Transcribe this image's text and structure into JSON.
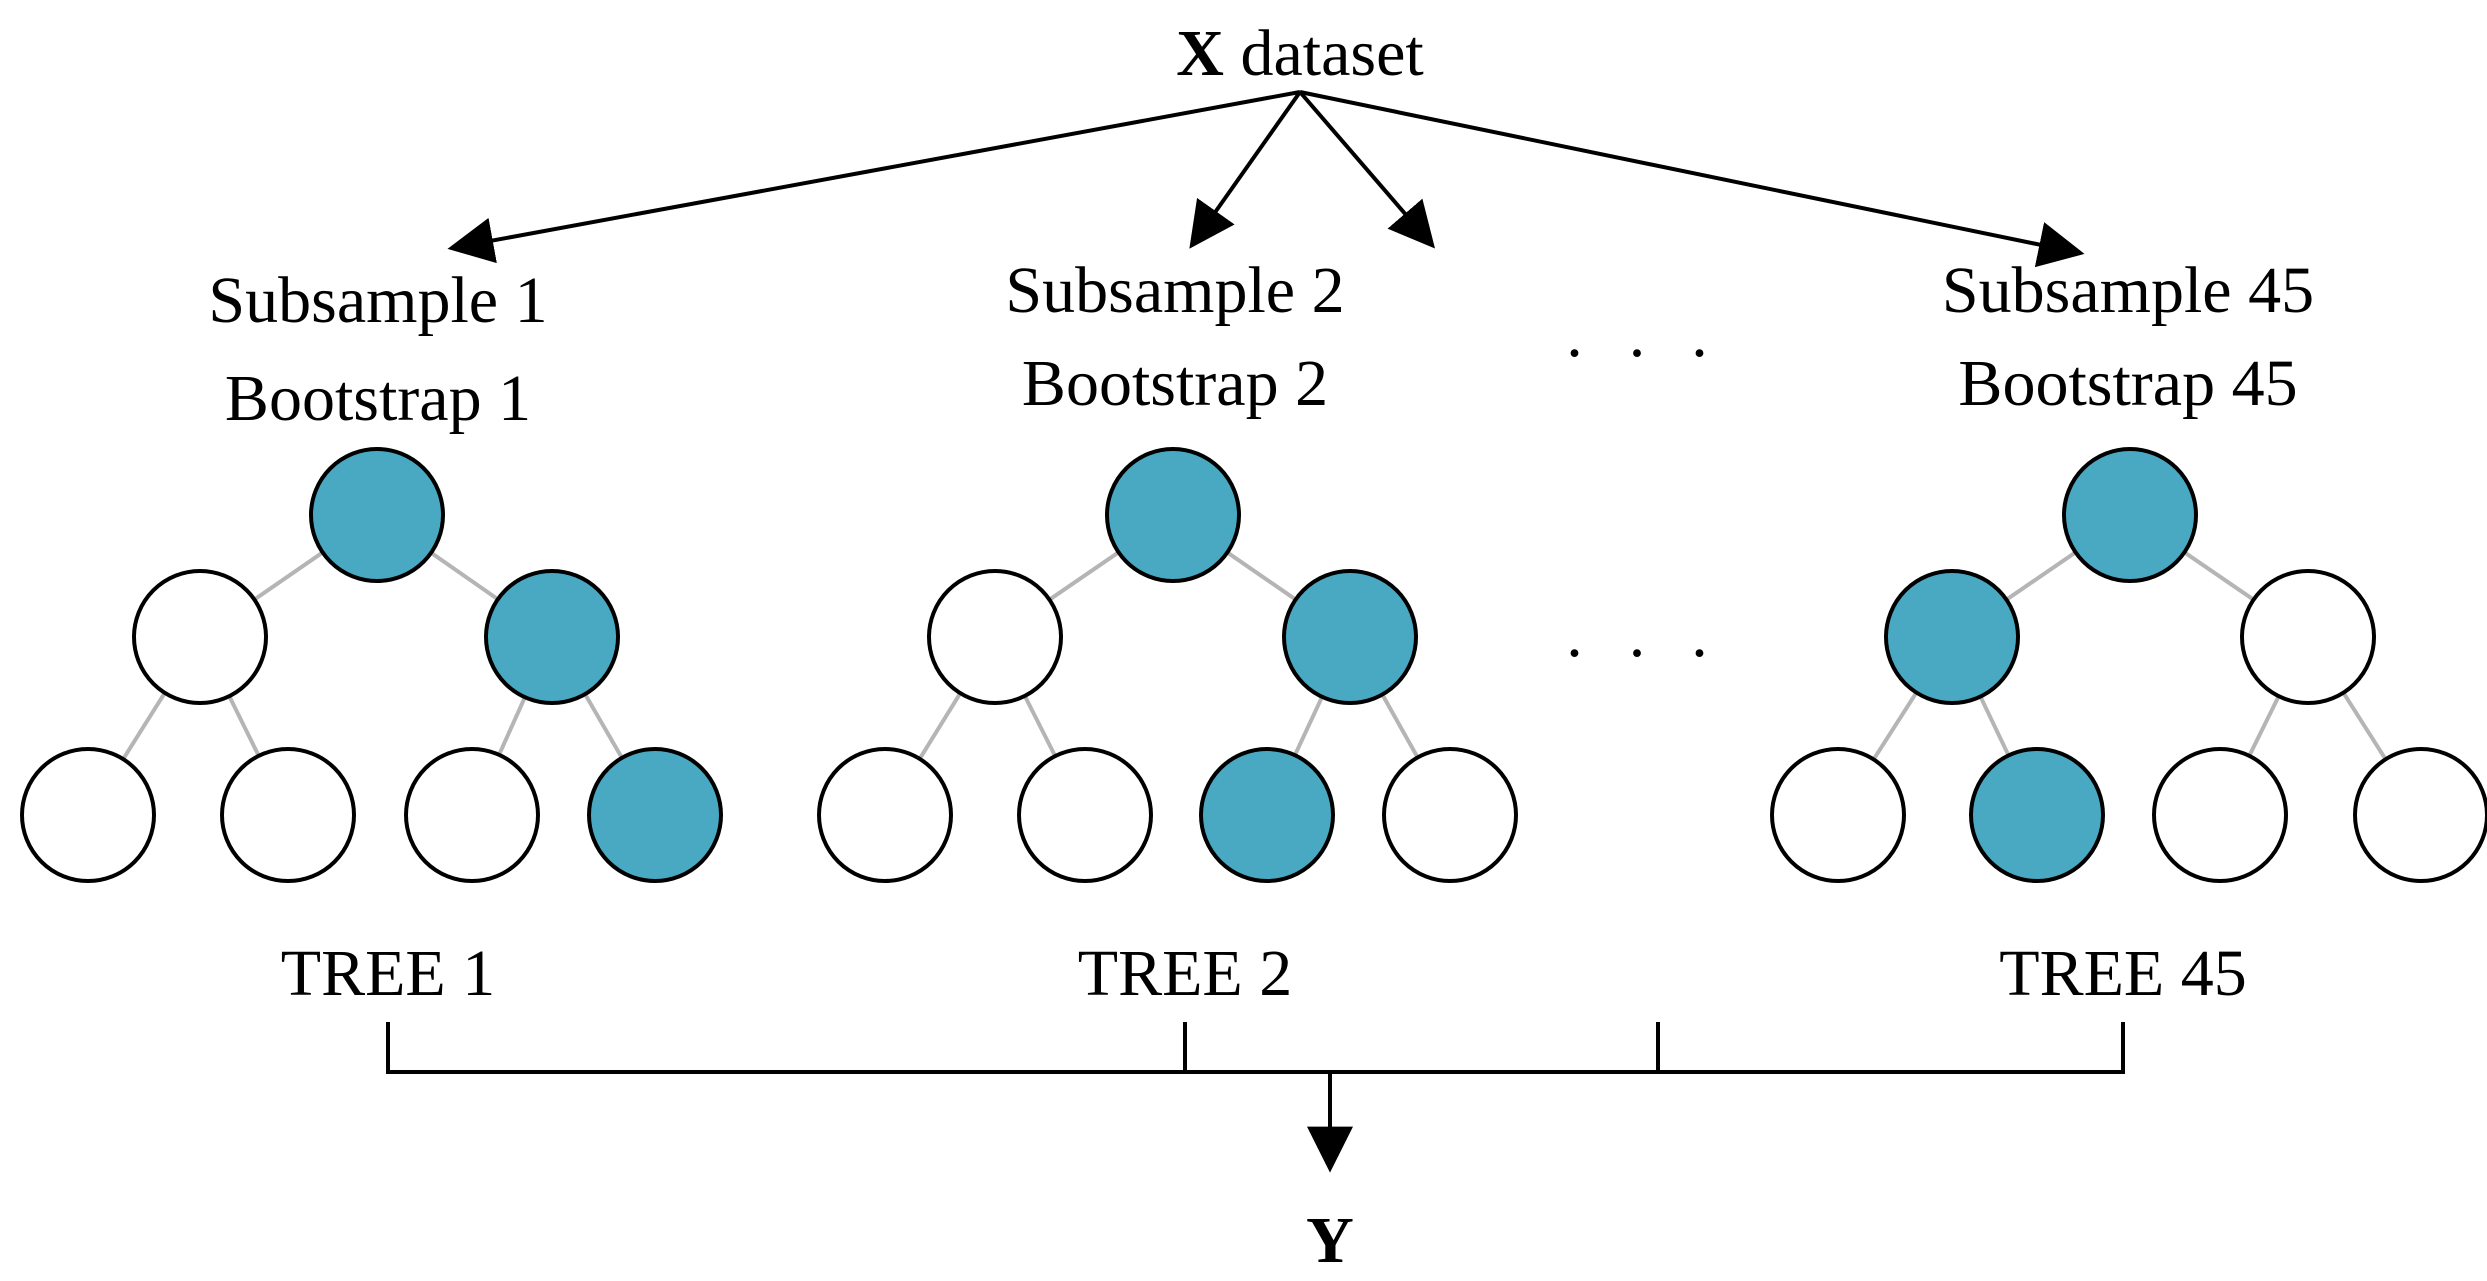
{
  "colors": {
    "filled_node": "#4aa9c2",
    "empty_node": "#ffffff",
    "edge": "#b5b5b5",
    "line": "#000000"
  },
  "top": {
    "bold": "X",
    "rest": " dataset"
  },
  "output": {
    "label": "Y"
  },
  "ellipsis": "· · ·",
  "subsamples": [
    {
      "subsample": "Subsample 1",
      "bootstrap": "Bootstrap 1",
      "tree": "TREE 1",
      "filled": [
        true,
        false,
        true,
        false,
        false,
        false,
        true
      ]
    },
    {
      "subsample": "Subsample 2",
      "bootstrap": "Bootstrap 2",
      "tree": "TREE 2",
      "filled": [
        true,
        false,
        true,
        false,
        false,
        true,
        false
      ]
    },
    {
      "subsample": "Subsample 45",
      "bootstrap": "Bootstrap 45",
      "tree": "TREE 45",
      "filled": [
        true,
        true,
        false,
        false,
        true,
        false,
        false
      ]
    }
  ]
}
